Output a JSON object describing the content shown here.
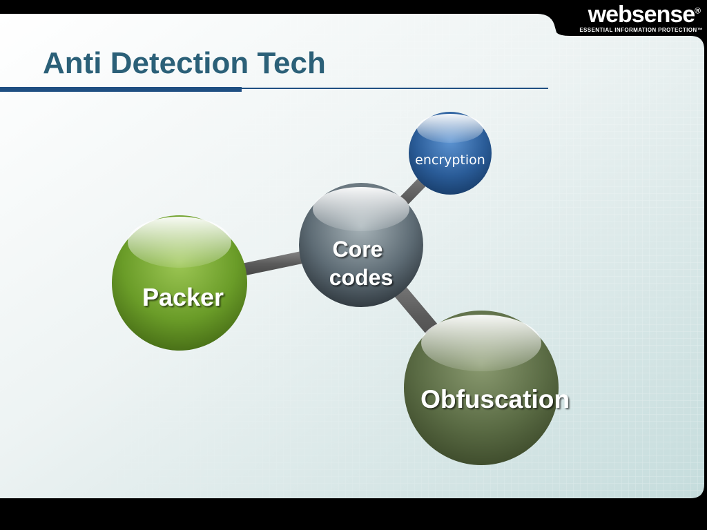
{
  "logo": {
    "wordmark": "websense",
    "registered": "®",
    "tagline": "ESSENTIAL INFORMATION PROTECTION™"
  },
  "slide": {
    "title": "Anti Detection Tech"
  },
  "diagram": {
    "nodes": {
      "core": {
        "line1": "Core",
        "line2": "codes"
      },
      "encryption": {
        "label": "encryption"
      },
      "packer": {
        "label": "Packer"
      },
      "obfuscation": {
        "label": "Obfuscation"
      }
    }
  },
  "colors": {
    "title": "#2b6078",
    "core": "#5d6b74",
    "encryption": "#2a5c98",
    "packer": "#6a9c28",
    "obfuscation": "#5a6b44"
  }
}
